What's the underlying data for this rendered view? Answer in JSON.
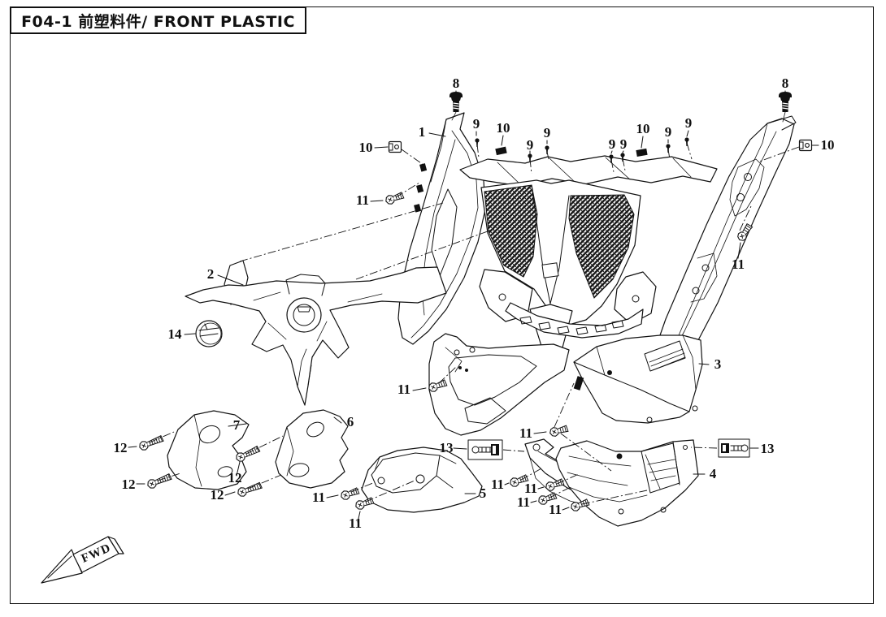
{
  "page": {
    "title": "F04-1 前塑料件/ FRONT PLASTIC"
  },
  "diagram": {
    "type": "exploded-parts-diagram",
    "subject": "front plastic body panels",
    "fwd_label": "FWD",
    "part_numbers": [
      "1",
      "2",
      "3",
      "4",
      "5",
      "6",
      "7",
      "8",
      "9",
      "10",
      "11",
      "12",
      "13",
      "14"
    ],
    "callouts": [
      {
        "label": "8"
      },
      {
        "label": "8"
      },
      {
        "label": "1"
      },
      {
        "label": "9"
      },
      {
        "label": "10"
      },
      {
        "label": "9"
      },
      {
        "label": "9"
      },
      {
        "label": "9"
      },
      {
        "label": "9"
      },
      {
        "label": "10"
      },
      {
        "label": "9"
      },
      {
        "label": "9"
      },
      {
        "label": "10"
      },
      {
        "label": "10"
      },
      {
        "label": "11"
      },
      {
        "label": "11"
      },
      {
        "label": "2"
      },
      {
        "label": "14"
      },
      {
        "label": "11"
      },
      {
        "label": "3"
      },
      {
        "label": "7"
      },
      {
        "label": "6"
      },
      {
        "label": "12"
      },
      {
        "label": "12"
      },
      {
        "label": "12"
      },
      {
        "label": "12"
      },
      {
        "label": "11"
      },
      {
        "label": "5"
      },
      {
        "label": "11"
      },
      {
        "label": "13"
      },
      {
        "label": "13"
      },
      {
        "label": "11"
      },
      {
        "label": "11"
      },
      {
        "label": "11"
      },
      {
        "label": "11"
      },
      {
        "label": "11"
      },
      {
        "label": "4"
      }
    ]
  }
}
